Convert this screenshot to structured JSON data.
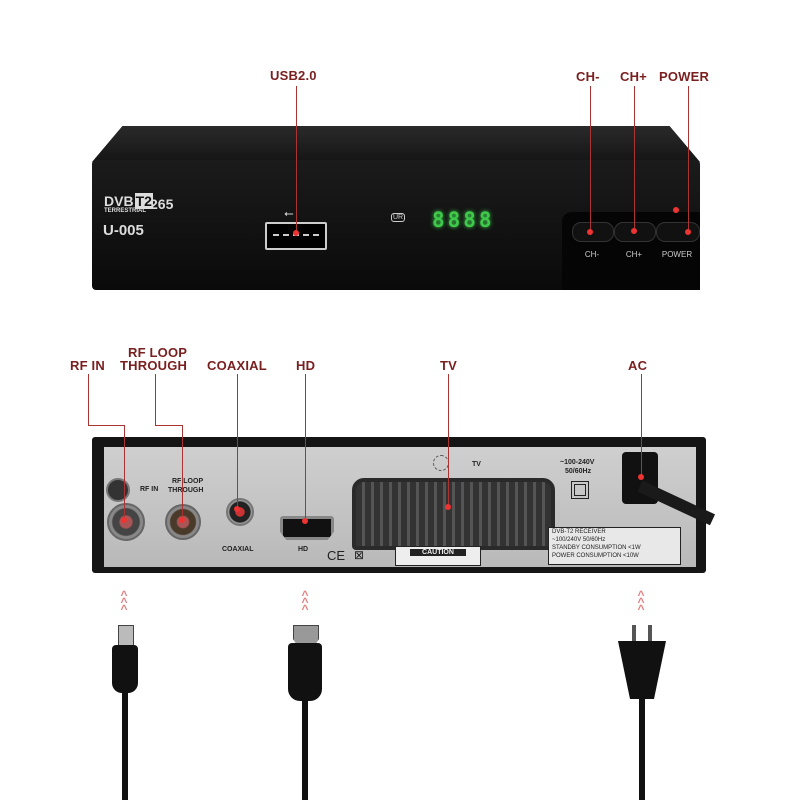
{
  "front": {
    "callouts": {
      "usb": "USB2.0",
      "ch_minus": "CH-",
      "ch_plus": "CH+",
      "power": "POWER"
    },
    "logo": {
      "dvb": "DVB",
      "t2": "T2",
      "terrestrial": "TERRESTRIAL"
    },
    "codec": "265",
    "model": "U-005",
    "ir_label": "UR",
    "display": "8888",
    "buttons": [
      {
        "label": "CH-"
      },
      {
        "label": "CH+"
      },
      {
        "label": "POWER"
      }
    ],
    "colors": {
      "display": "#3ec94a",
      "callout": "#7a1f1f",
      "indicator": "#e33333"
    }
  },
  "back": {
    "callouts": {
      "rf_in": "RF IN",
      "rf_loop_1": "RF LOOP",
      "rf_loop_2": "THROUGH",
      "coaxial": "COAXIAL",
      "hd": "HD",
      "tv": "TV",
      "ac": "AC"
    },
    "panel": {
      "rf_in": "RF IN",
      "rf_loop_1": "RF LOOP",
      "rf_loop_2": "THROUGH",
      "coaxial": "COAXIAL",
      "hd": "HD",
      "tv": "TV",
      "voltage_1": "~100-240V",
      "voltage_2": "50/60Hz",
      "ce": "CE",
      "caution": "CAUTION",
      "rating": [
        "DVB-T2 RECEIVER",
        "~100/240V 50/60Hz",
        "STANDBY CONSUMPTION <1W",
        "POWER CONSUMPTION <10W"
      ]
    }
  },
  "cables": [
    "antenna-plug",
    "hdmi-plug",
    "eu-power-plug"
  ]
}
